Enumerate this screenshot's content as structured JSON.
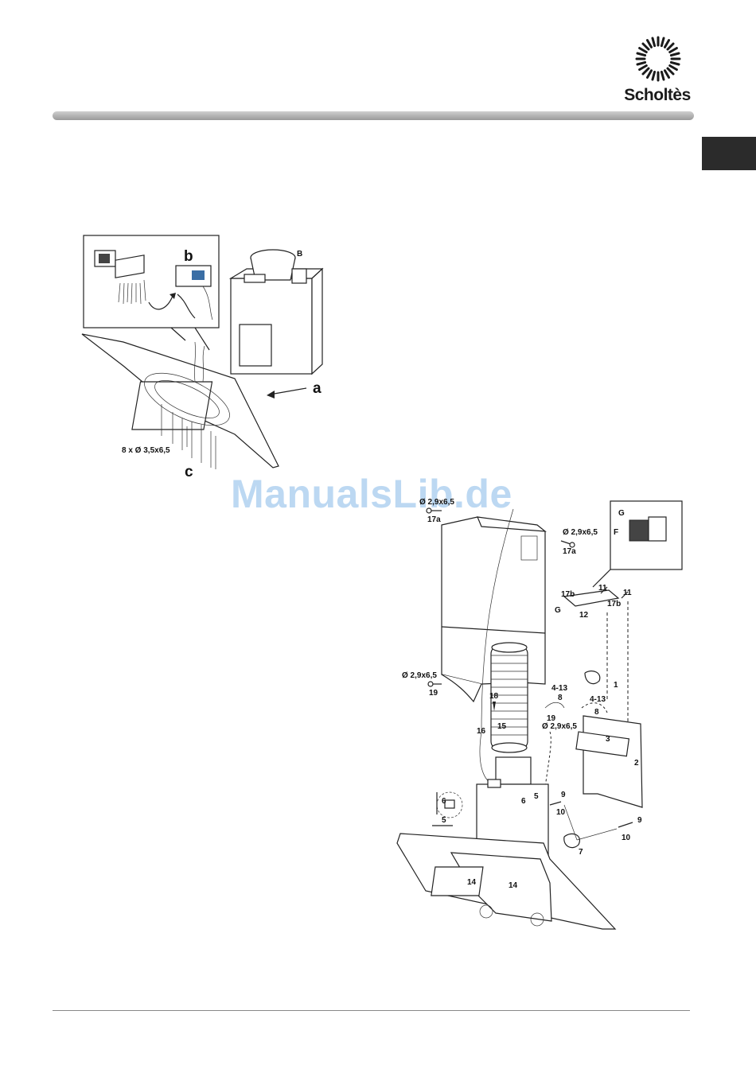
{
  "header": {
    "brand_name": "Scholtès"
  },
  "watermark": "ManualsLib.de",
  "figure1": {
    "label_b": "b",
    "label_B": "B",
    "label_a": "a",
    "label_c": "c",
    "screws": "8 x Ø 3,5x6,5"
  },
  "figure2": {
    "top_left_dim": "Ø 2,9x6,5",
    "top_left_part": "17a",
    "top_right_dim": "Ø 2,9x6,5",
    "top_right_part": "17a",
    "inset_G": "G",
    "inset_F": "F",
    "bracket_G": "G",
    "p17b_1": "17b",
    "p17b_2": "17b",
    "p12": "12",
    "p11_1": "11",
    "p11_2": "11",
    "left_dim": "Ø 2,9x6,5",
    "p19_left": "19",
    "p18": "18",
    "p16": "16",
    "p15": "15",
    "p4_13a": "4-13",
    "p8a": "8",
    "p19_mid": "19",
    "mid_dim": "Ø 2,9x6,5",
    "p4_13b": "4-13",
    "p8b": "8",
    "p1": "1",
    "p3": "3",
    "p2": "2",
    "p6a": "6",
    "p5a": "5",
    "p6b": "6",
    "p5b": "5",
    "p9a": "9",
    "p10a": "10",
    "p9b": "9",
    "p10b": "10",
    "p7": "7",
    "p14a": "14",
    "p14b": "14"
  }
}
